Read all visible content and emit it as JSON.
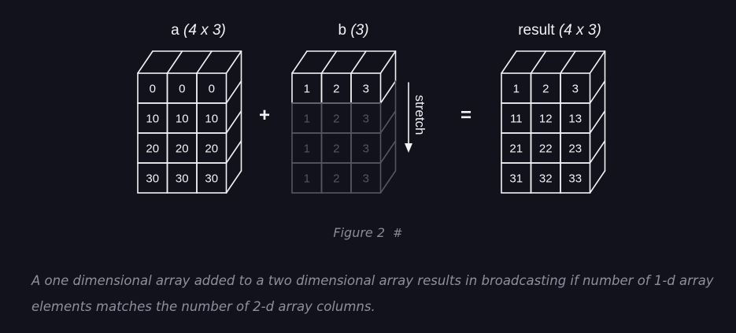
{
  "arrays": [
    {
      "name": "a",
      "shape": "(4 x 3)",
      "rows": [
        [
          "0",
          "0",
          "0"
        ],
        [
          "10",
          "10",
          "10"
        ],
        [
          "20",
          "20",
          "20"
        ],
        [
          "30",
          "30",
          "30"
        ]
      ],
      "stretched_rows": []
    },
    {
      "name": "b",
      "shape": "(3)",
      "rows": [
        [
          "1",
          "2",
          "3"
        ]
      ],
      "stretched_rows": [
        [
          "1",
          "2",
          "3"
        ],
        [
          "1",
          "2",
          "3"
        ],
        [
          "1",
          "2",
          "3"
        ]
      ]
    },
    {
      "name": "result",
      "shape": "(4 x 3)",
      "rows": [
        [
          "1",
          "2",
          "3"
        ],
        [
          "11",
          "12",
          "13"
        ],
        [
          "21",
          "22",
          "23"
        ],
        [
          "31",
          "32",
          "33"
        ]
      ],
      "stretched_rows": []
    }
  ],
  "operators": {
    "plus": "+",
    "equals": "="
  },
  "stretch_label": "stretch",
  "caption": {
    "text": "Figure 2",
    "anchor": "#"
  },
  "description": "A one dimensional array added to a two dimensional array results in broadcasting if number of 1-d array elements matches the number of 2-d array columns.",
  "colors": {
    "background": "#12121c",
    "line": "#f2f2f5",
    "faded_line": "#55555f",
    "faded_text": "#55555f",
    "caption": "#8a8a99"
  }
}
